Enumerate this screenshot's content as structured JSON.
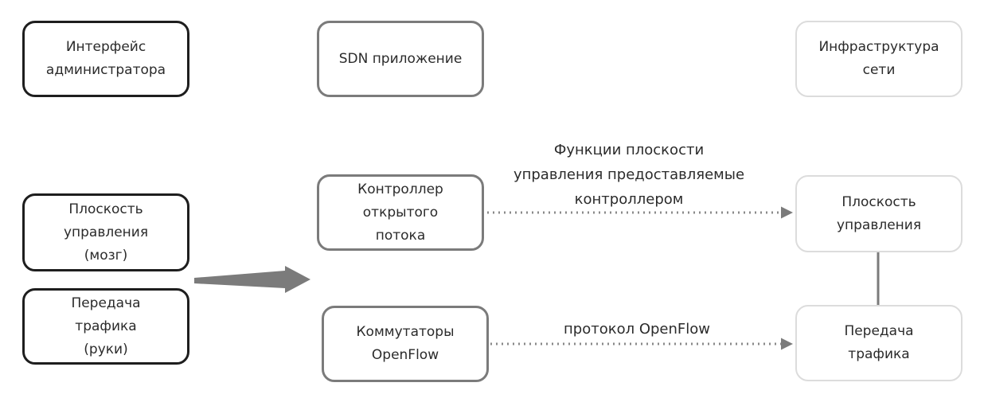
{
  "left": {
    "admin": "Интерфейс\nадминистратора",
    "control": "Плоскость\nуправления\n(мозг)",
    "forward": "Передача\nтрафика\n(руки)"
  },
  "middle": {
    "sdn_app": "SDN приложение",
    "controller": "Контроллер\nоткрытого\nпотока",
    "switches": "Коммутаторы\nOpenFlow"
  },
  "right": {
    "infrastructure": "Инфраструктура\nсети",
    "control_plane": "Плоскость\nуправления",
    "forwarding": "Передача\nтрафика"
  },
  "edges": {
    "controller_to_control_plane": "Функции плоскости\nуправления предоставляемые\nконтроллером",
    "switches_to_forwarding": "протокол OpenFlow"
  },
  "colors": {
    "dark_border": "#1e1e1e",
    "mid_border": "#7b7b7b",
    "light_border": "#dcdcdc",
    "arrow": "#7b7b7b",
    "dotted_line": "#8a8a8a"
  }
}
